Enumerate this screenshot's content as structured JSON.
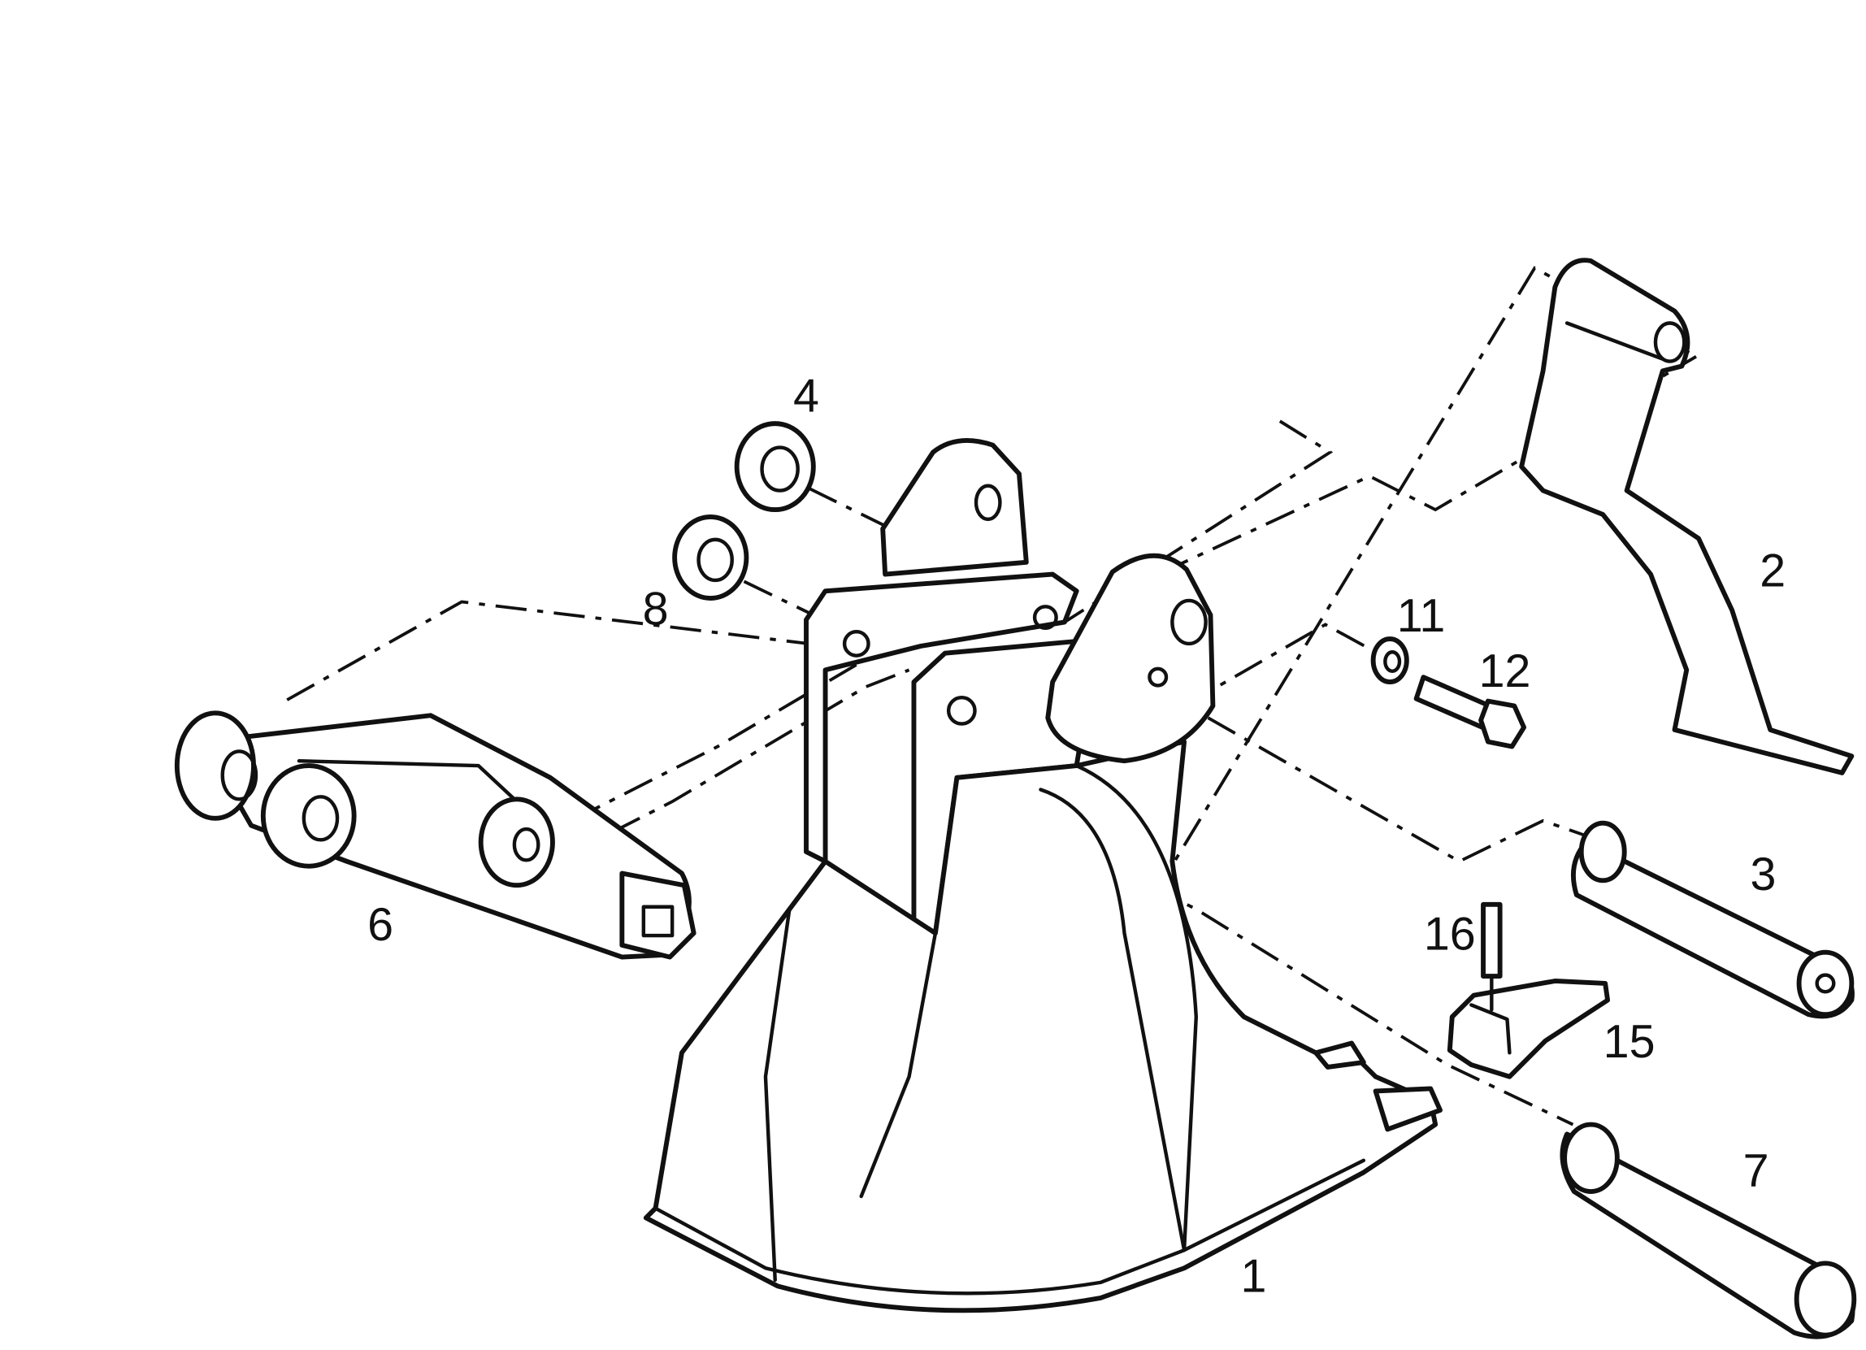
{
  "diagram": {
    "labels": [
      {
        "id": "1",
        "text": "1"
      },
      {
        "id": "2",
        "text": "2"
      },
      {
        "id": "3",
        "text": "3"
      },
      {
        "id": "4",
        "text": "4"
      },
      {
        "id": "6",
        "text": "6"
      },
      {
        "id": "7",
        "text": "7"
      },
      {
        "id": "8",
        "text": "8"
      },
      {
        "id": "11",
        "text": "11"
      },
      {
        "id": "12",
        "text": "12"
      },
      {
        "id": "15",
        "text": "15"
      },
      {
        "id": "16",
        "text": "16"
      }
    ]
  }
}
